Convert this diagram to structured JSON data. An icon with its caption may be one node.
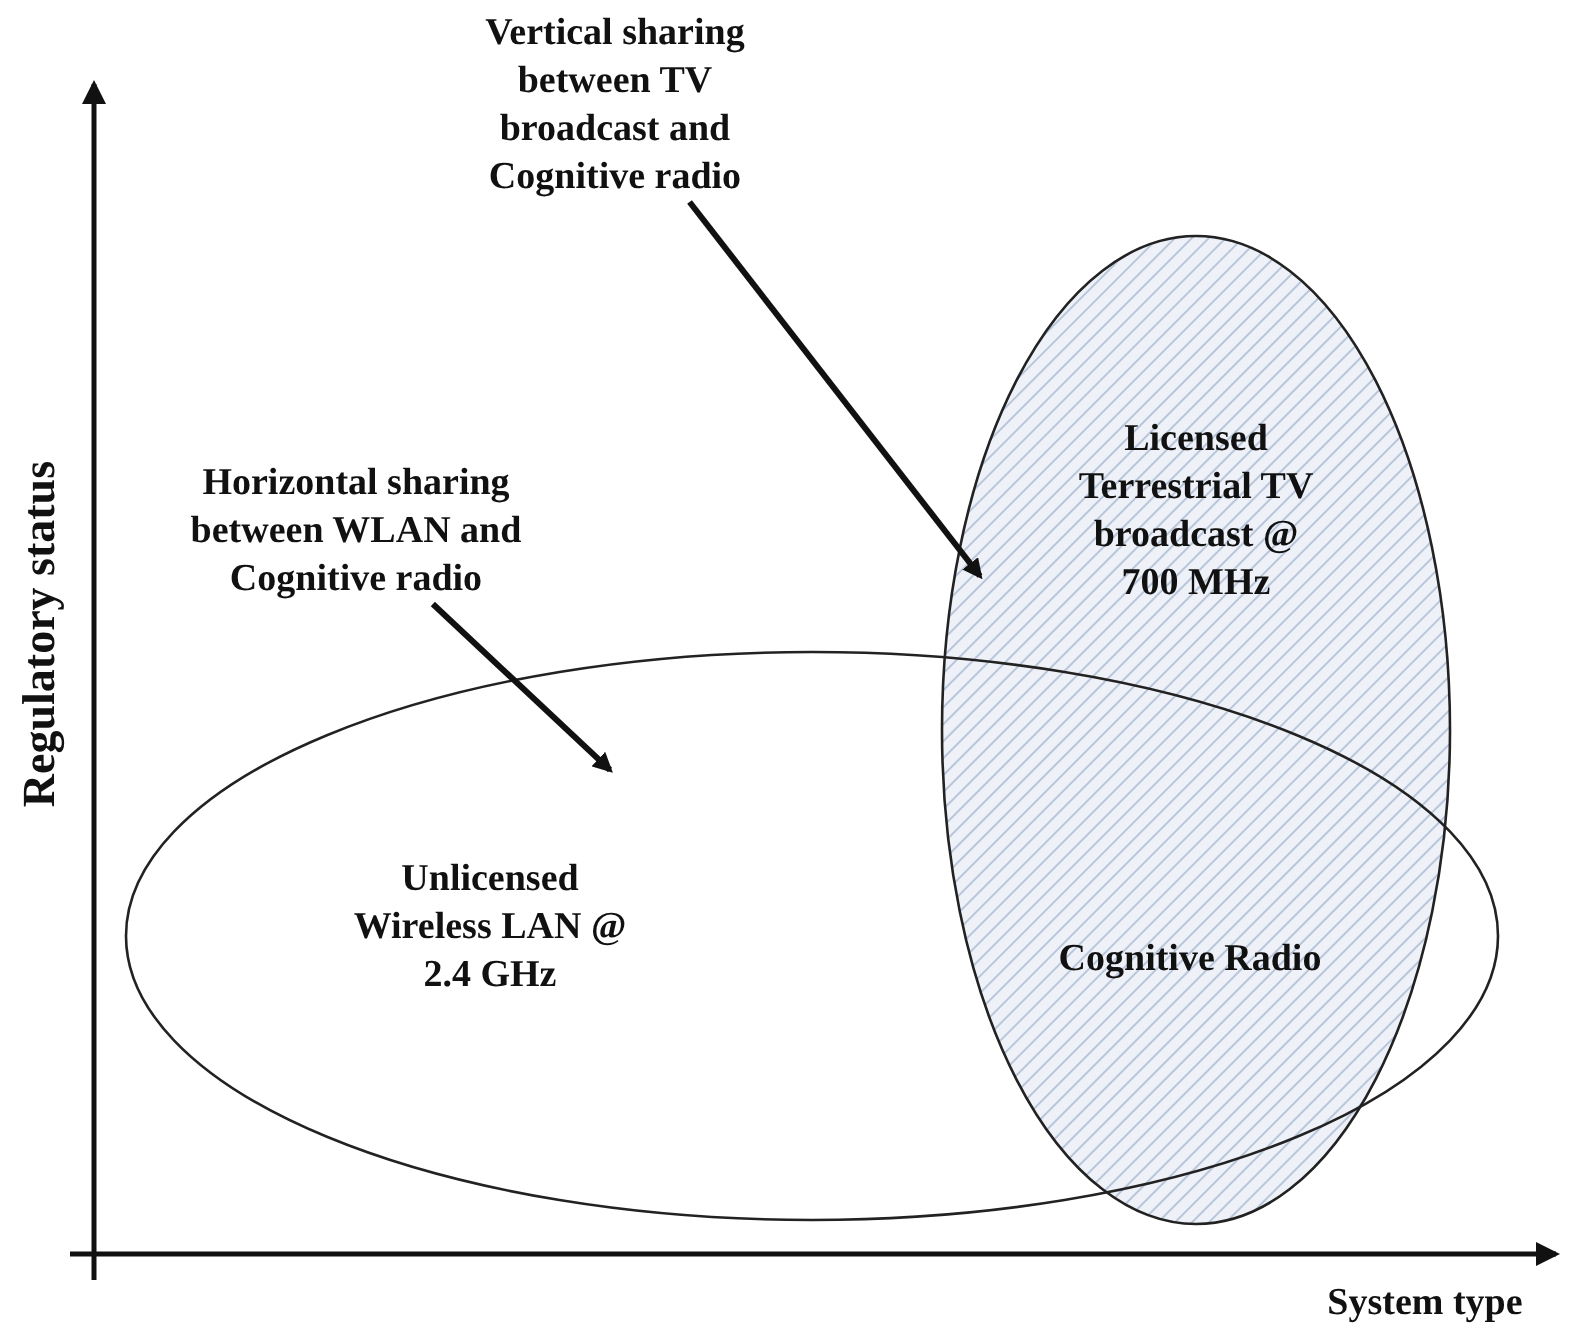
{
  "diagram": {
    "nodes": [
      {
        "text": [
          "Vertical sharing between TV broadcast and Cognitive radio"
        ]
      },
      {
        "text": [
          "Horizontal sharing between WLAN and Cognitive radio"
        ]
      },
      {
        "text": [
          "Unlicensed Wireless LAN @ 2.4 GHz"
        ]
      },
      {
        "text": [
          "Licensed Terrestrial TV broadcast @ 700 MHz"
        ]
      }
    ],
    "edges": [
      {
        "from": 0,
        "to": 3,
        "arrow": "to"
      },
      {
        "from": 1,
        "to": 2,
        "arrow": "to"
      }
    ],
    "labels": [
      "Cognitive Radio",
      "Regulatory status",
      "System type"
    ]
  }
}
